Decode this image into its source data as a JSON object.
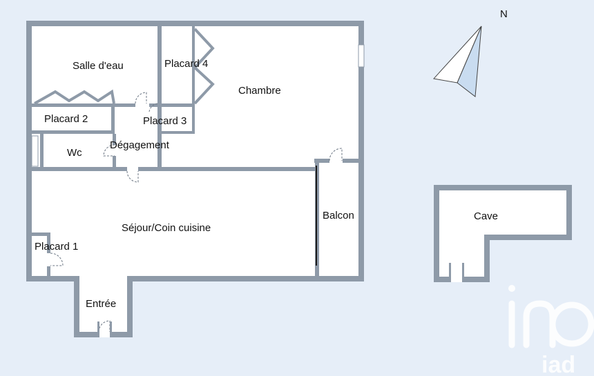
{
  "rooms": {
    "salle_deau": "Salle d'eau",
    "placard4": "Placard 4",
    "chambre": "Chambre",
    "placard2": "Placard 2",
    "placard3": "Placard 3",
    "wc": "Wc",
    "degagement": "Dégagement",
    "sejour": "Séjour/Coin cuisine",
    "balcon": "Balcon",
    "placard1": "Placard 1",
    "entree": "Entrée",
    "cave": "Cave"
  },
  "compass": {
    "north": "N"
  },
  "logo": {
    "text": "iad"
  },
  "colors": {
    "background": "#e6eef8",
    "wall": "#8e9aa8",
    "floor": "#ffffff",
    "compass_fill": "#c9dcf0",
    "logo": "#ffffff"
  }
}
